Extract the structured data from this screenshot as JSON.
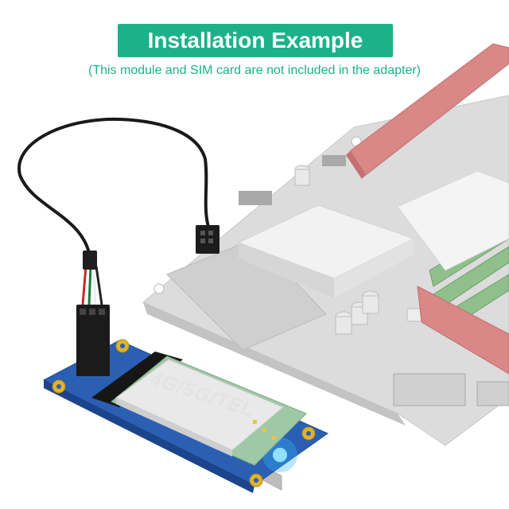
{
  "header": {
    "title": "Installation Example",
    "subtitle": "(This module and SIM card are not included in the adapter)"
  },
  "product": {
    "module_label": "4G/5G/TEL"
  },
  "colors": {
    "accent": "#1bb28a",
    "board_gray": "#d9d9d9",
    "slot_red": "#d98787",
    "pcb_blue": "#2a5fb3",
    "led_blue": "#35b7ff"
  }
}
